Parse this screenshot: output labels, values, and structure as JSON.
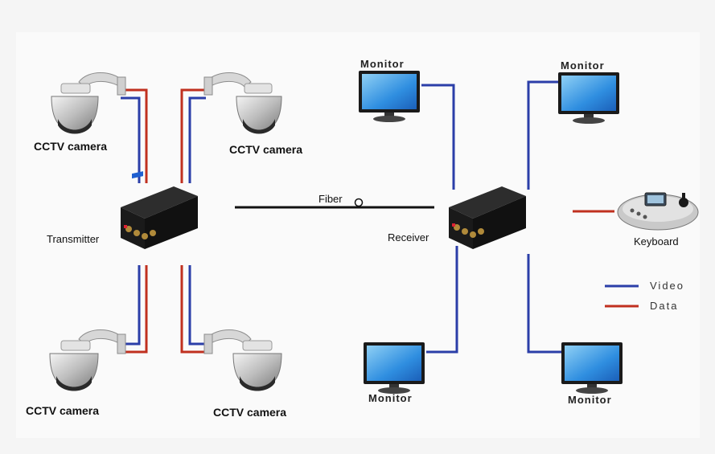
{
  "cameras": [
    {
      "label": "CCTV camera"
    },
    {
      "label": "CCTV camera"
    },
    {
      "label": "CCTV camera"
    },
    {
      "label": "CCTV camera"
    }
  ],
  "monitors": [
    {
      "label": "Monitor"
    },
    {
      "label": "Monitor"
    },
    {
      "label": "Monitor"
    },
    {
      "label": "Monitor"
    }
  ],
  "transmitter": {
    "label": "Transmitter"
  },
  "receiver": {
    "label": "Receiver"
  },
  "fiber": {
    "label": "Fiber"
  },
  "keyboard": {
    "label": "Keyboard"
  },
  "legend": {
    "items": [
      {
        "label": "Video",
        "color": "#2b3ea8"
      },
      {
        "label": "Data",
        "color": "#c0301f"
      }
    ]
  },
  "colors": {
    "video": "#2b3ea8",
    "data": "#c0301f",
    "fiber": "#111111"
  }
}
